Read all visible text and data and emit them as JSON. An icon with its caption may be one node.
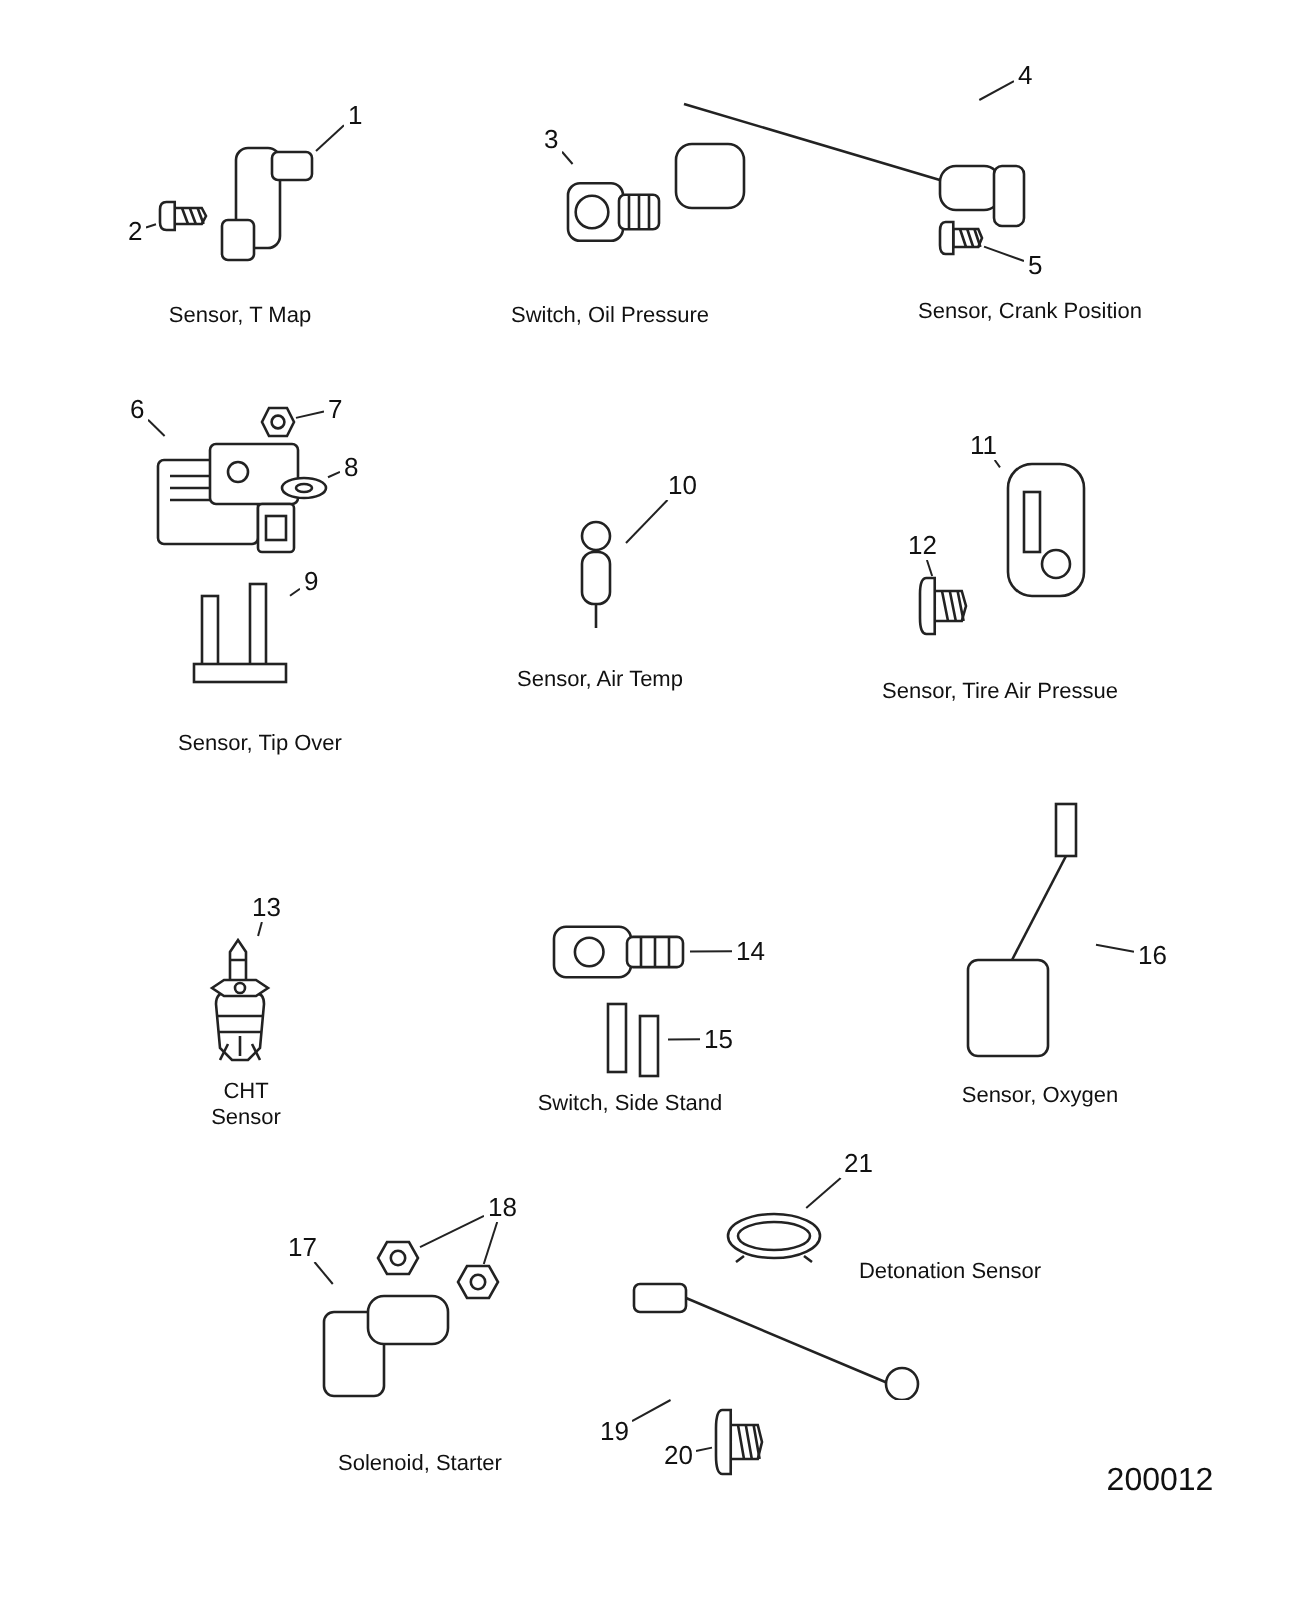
{
  "diagram": {
    "nodes": [
      {
        "text": [
          "1"
        ]
      },
      {
        "text": [],
        "shape": "picture"
      },
      {
        "text": [
          "2"
        ]
      },
      {
        "text": [],
        "shape": "picture"
      },
      {
        "text": [
          "3"
        ]
      },
      {
        "text": [],
        "shape": "picture"
      },
      {
        "text": [
          "4"
        ]
      },
      {
        "text": [],
        "shape": "picture"
      },
      {
        "text": [
          "5"
        ]
      },
      {
        "text": [],
        "shape": "picture"
      },
      {
        "text": [
          "6"
        ]
      },
      {
        "text": [],
        "shape": "picture"
      },
      {
        "text": [
          "7"
        ]
      },
      {
        "text": [],
        "shape": "picture"
      },
      {
        "text": [
          "8"
        ]
      },
      {
        "text": [],
        "shape": "picture"
      },
      {
        "text": [
          "9"
        ]
      },
      {
        "text": [],
        "shape": "picture"
      },
      {
        "text": [
          "10"
        ]
      },
      {
        "text": [],
        "shape": "picture"
      },
      {
        "text": [
          "11"
        ]
      },
      {
        "text": [],
        "shape": "picture"
      },
      {
        "text": [
          "12"
        ]
      },
      {
        "text": [],
        "shape": "picture"
      },
      {
        "text": [
          "13"
        ]
      },
      {
        "text": [],
        "shape": "picture"
      },
      {
        "text": [
          "14"
        ]
      },
      {
        "text": [],
        "shape": "picture"
      },
      {
        "text": [
          "15"
        ]
      },
      {
        "text": [],
        "shape": "picture"
      },
      {
        "text": [
          "16"
        ]
      },
      {
        "text": [],
        "shape": "picture"
      },
      {
        "text": [
          "17"
        ]
      },
      {
        "text": [],
        "shape": "picture"
      },
      {
        "text": [
          "18"
        ]
      },
      {
        "text": [],
        "shape": "picture"
      },
      {
        "text": [],
        "shape": "picture"
      },
      {
        "text": [
          "19"
        ]
      },
      {
        "text": [],
        "shape": "picture"
      },
      {
        "text": [
          "20"
        ]
      },
      {
        "text": [],
        "shape": "picture"
      },
      {
        "text": [
          "21"
        ]
      },
      {
        "text": [],
        "shape": "picture"
      }
    ],
    "edges": [
      {
        "from": 0,
        "to": 1,
        "arrow": "none"
      },
      {
        "from": 2,
        "to": 3,
        "arrow": "none"
      },
      {
        "from": 4,
        "to": 5,
        "arrow": "none"
      },
      {
        "from": 6,
        "to": 7,
        "arrow": "none"
      },
      {
        "from": 8,
        "to": 9,
        "arrow": "none"
      },
      {
        "from": 10,
        "to": 11,
        "arrow": "none"
      },
      {
        "from": 12,
        "to": 13,
        "arrow": "none"
      },
      {
        "from": 14,
        "to": 15,
        "arrow": "none"
      },
      {
        "from": 16,
        "to": 17,
        "arrow": "none"
      },
      {
        "from": 18,
        "to": 19,
        "arrow": "none"
      },
      {
        "from": 20,
        "to": 21,
        "arrow": "none"
      },
      {
        "from": 22,
        "to": 23,
        "arrow": "none"
      },
      {
        "from": 24,
        "to": 25,
        "arrow": "none"
      },
      {
        "from": 26,
        "to": 27,
        "arrow": "none"
      },
      {
        "from": 28,
        "to": 29,
        "arrow": "none"
      },
      {
        "from": 30,
        "to": 31,
        "arrow": "none"
      },
      {
        "from": 32,
        "to": 33,
        "arrow": "none"
      },
      {
        "from": 34,
        "to": 35,
        "arrow": "none"
      },
      {
        "from": 34,
        "to": 36,
        "arrow": "none"
      },
      {
        "from": 37,
        "to": 38,
        "arrow": "none"
      },
      {
        "from": 39,
        "to": 40,
        "arrow": "none"
      },
      {
        "from": 41,
        "to": 42,
        "arrow": "none"
      }
    ],
    "labels": [
      "Sensor, T Map",
      "Switch, Oil Pressure",
      "Sensor, Crank Position",
      "Sensor, Tip Over",
      "Sensor, Air Temp",
      "Sensor, Tire Air Pressue",
      "CHT Sensor",
      "Switch, Side Stand",
      "Sensor, Oxygen",
      "Detonation Sensor",
      "Solenoid, Starter",
      "200012"
    ]
  }
}
